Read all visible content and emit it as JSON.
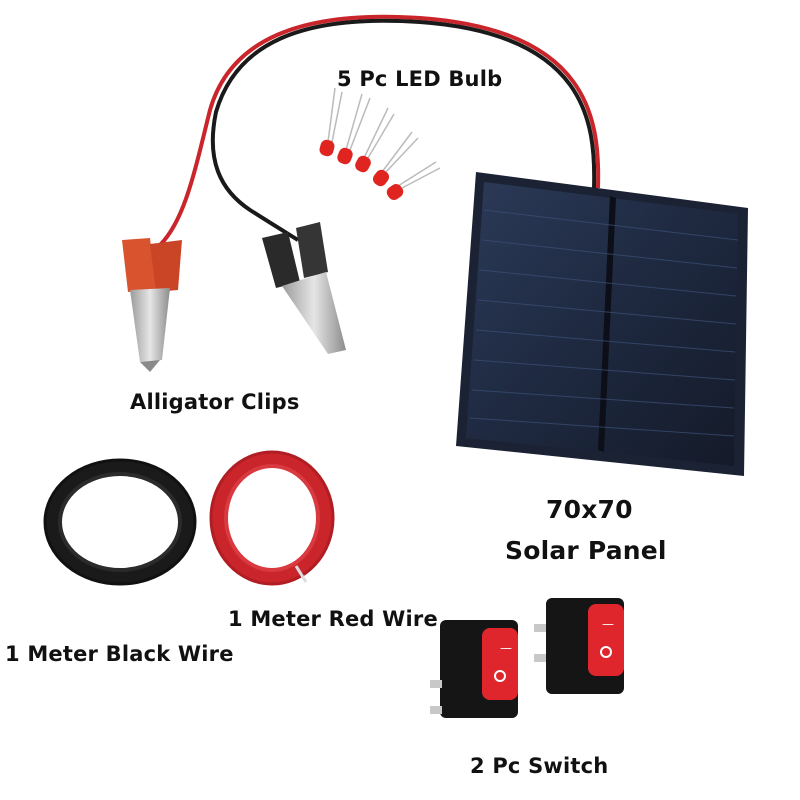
{
  "labels": {
    "led_bulb": "5 Pc LED Bulb",
    "alligator_clips": "Alligator Clips",
    "panel_size": "70x70",
    "solar_panel": "Solar Panel",
    "red_wire": "1 Meter Red Wire",
    "black_wire": "1 Meter Black Wire",
    "switch": "2 Pc Switch"
  },
  "colors": {
    "background": "#ffffff",
    "panel_body": "#1b2233",
    "panel_cell": "#2a3a5c",
    "wire_red": "#c9252b",
    "wire_black": "#1a1a1a",
    "clip_red": "#d9532f",
    "switch_body": "#151515",
    "switch_rocker": "#e0262d",
    "led_red": "#e0241f"
  }
}
